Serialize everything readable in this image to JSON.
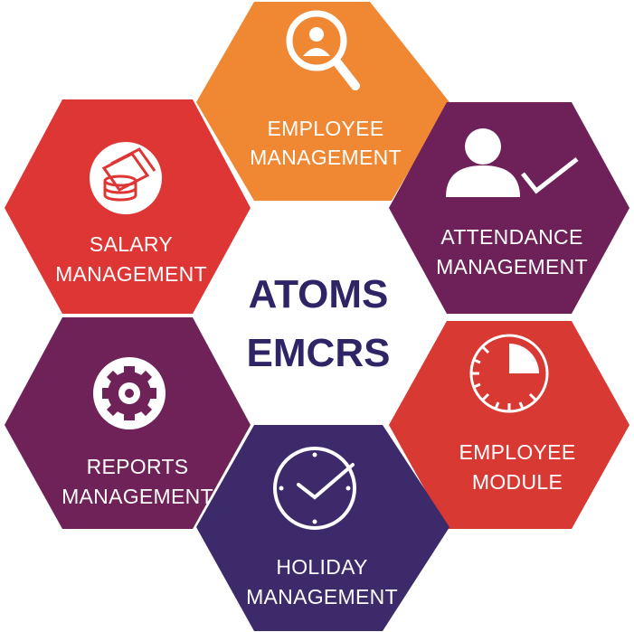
{
  "center": {
    "line1": "ATOMS",
    "line2": "EMCRS",
    "color": "#2e2466"
  },
  "modules": [
    {
      "name": "employee-management",
      "line1": "EMPLOYEE",
      "line2": "MANAGEMENT",
      "color": "#ef8733",
      "icon": "person-magnifier-icon"
    },
    {
      "name": "attendance-management",
      "line1": "ATTENDANCE",
      "line2": "MANAGEMENT",
      "color": "#6d2158",
      "icon": "person-check-icon"
    },
    {
      "name": "employee-module",
      "line1": "EMPLOYEE",
      "line2": "MODULE",
      "color": "#d93933",
      "icon": "clock-timer-icon"
    },
    {
      "name": "holiday-management",
      "line1": "HOLIDAY",
      "line2": "MANAGEMENT",
      "color": "#3d2a6b",
      "icon": "clock-check-icon"
    },
    {
      "name": "reports-management",
      "line1": "REPORTS",
      "line2": "MANAGEMENT",
      "color": "#6e2257",
      "icon": "gear-icon"
    },
    {
      "name": "salary-management",
      "line1": "SALARY",
      "line2": "MANAGEMENT",
      "color": "#dd3634",
      "icon": "coins-cash-icon"
    }
  ]
}
